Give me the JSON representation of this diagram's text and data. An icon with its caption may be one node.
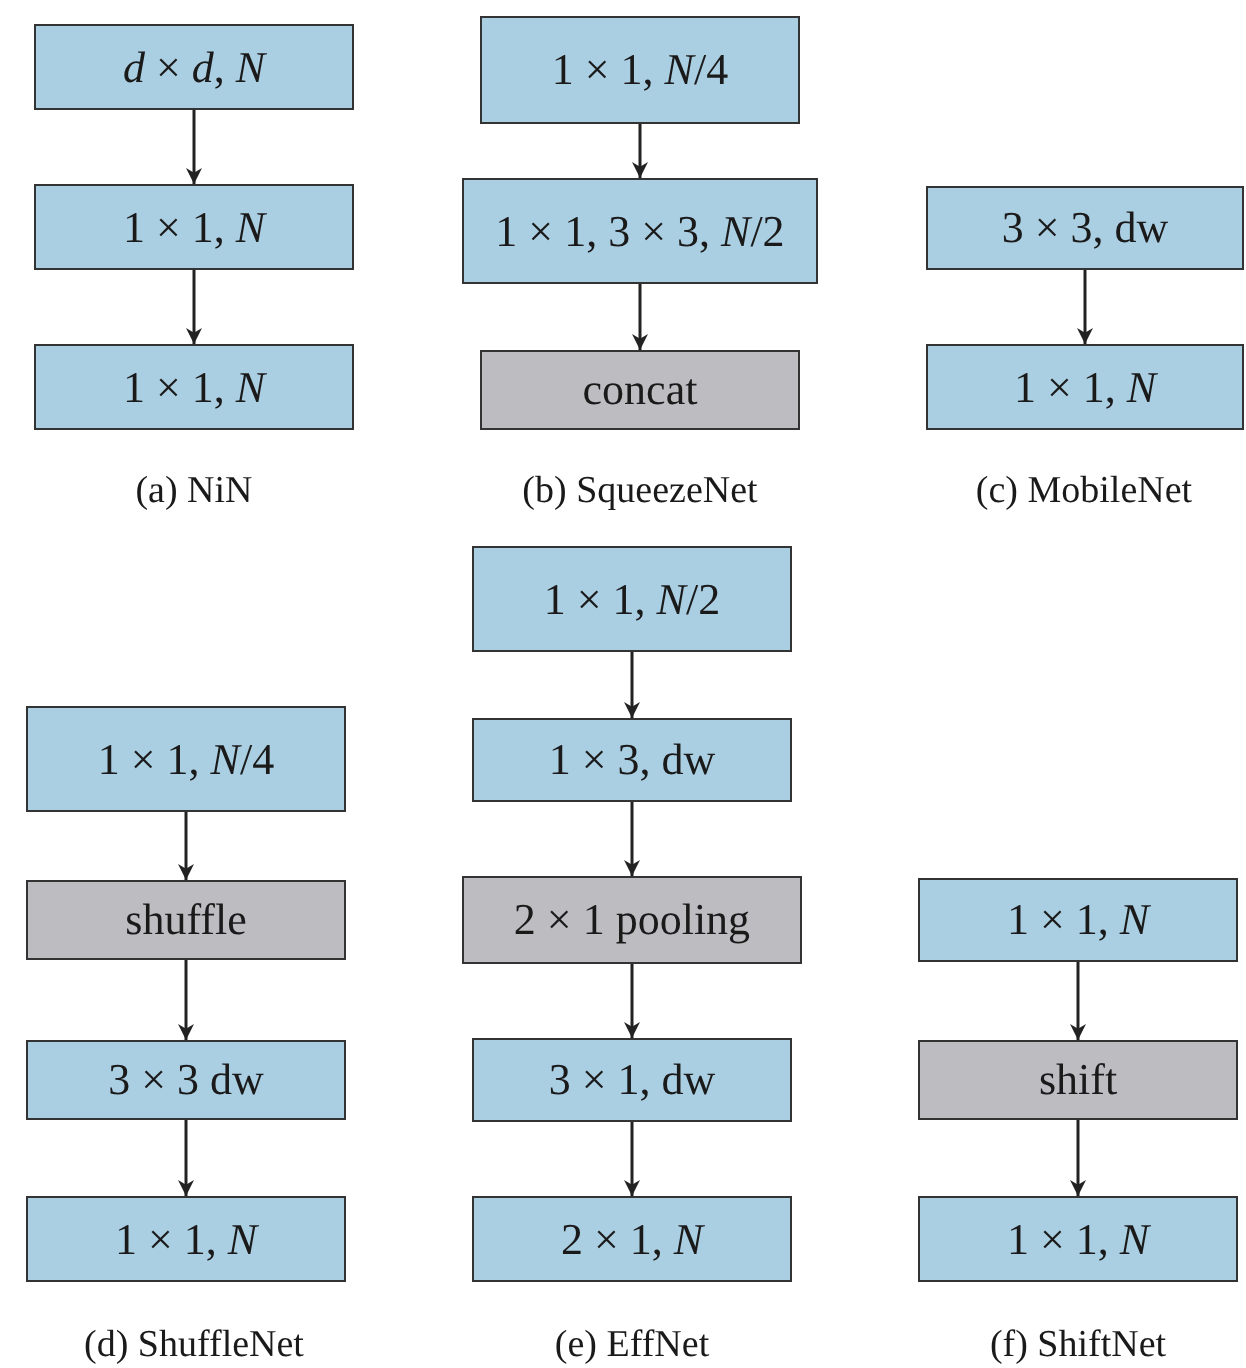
{
  "diagram": {
    "nodes": [
      {
        "text": [
          "*d* × *d*, *N*"
        ]
      },
      {
        "text": [
          "1 × 1, *N*"
        ]
      },
      {
        "text": [
          "1 × 1, *N*"
        ]
      },
      {
        "text": [
          "1 × 1, *N*/4"
        ]
      },
      {
        "text": [
          "1 × 1, 3 × 3, *N*/2"
        ]
      },
      {
        "text": [
          "concat"
        ]
      },
      {
        "text": [
          "3 × 3, dw"
        ]
      },
      {
        "text": [
          "1 × 1, *N*"
        ]
      },
      {
        "text": [
          "1 × 1, *N*/4"
        ]
      },
      {
        "text": [
          "shuffle"
        ]
      },
      {
        "text": [
          "3 × 3 dw"
        ]
      },
      {
        "text": [
          "1 × 1, *N*"
        ]
      },
      {
        "text": [
          "1 × 1, *N*/2"
        ]
      },
      {
        "text": [
          "1 × 3, dw"
        ]
      },
      {
        "text": [
          "2 × 1 pooling"
        ]
      },
      {
        "text": [
          "3 × 1, dw"
        ]
      },
      {
        "text": [
          "2 × 1, *N*"
        ]
      },
      {
        "text": [
          "1 × 1, *N*"
        ]
      },
      {
        "text": [
          "shift"
        ]
      },
      {
        "text": [
          "1 × 1, *N*"
        ]
      }
    ],
    "edges": [
      {
        "from": 0,
        "to": 1,
        "arrow": "to"
      },
      {
        "from": 1,
        "to": 2,
        "arrow": "to"
      },
      {
        "from": 3,
        "to": 4,
        "arrow": "to"
      },
      {
        "from": 4,
        "to": 5,
        "arrow": "to"
      },
      {
        "from": 6,
        "to": 7,
        "arrow": "to"
      },
      {
        "from": 8,
        "to": 9,
        "arrow": "to"
      },
      {
        "from": 9,
        "to": 10,
        "arrow": "to"
      },
      {
        "from": 10,
        "to": 11,
        "arrow": "to"
      },
      {
        "from": 12,
        "to": 13,
        "arrow": "to"
      },
      {
        "from": 13,
        "to": 14,
        "arrow": "to"
      },
      {
        "from": 14,
        "to": 15,
        "arrow": "to"
      },
      {
        "from": 15,
        "to": 16,
        "arrow": "to"
      },
      {
        "from": 17,
        "to": 18,
        "arrow": "to"
      },
      {
        "from": 18,
        "to": 19,
        "arrow": "to"
      }
    ],
    "labels": [
      "(a) NiN",
      "(b) SqueezeNet",
      "(c) MobileNet",
      "(d) ShuffleNet",
      "(e) EffNet",
      "(f) ShiftNet"
    ]
  }
}
